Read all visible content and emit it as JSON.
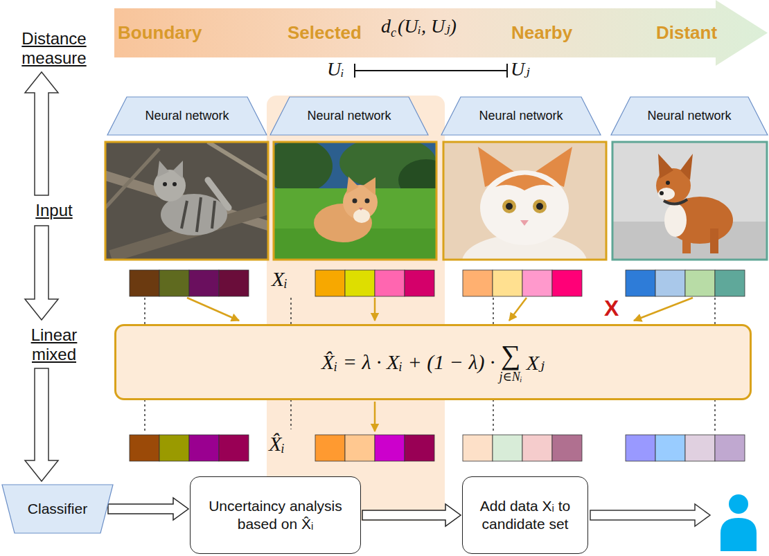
{
  "diagram": {
    "nodes": [
      {
        "text": [
          "Boundary",
          "Selected",
          "Nearby",
          "Distant"
        ]
      },
      {
        "text": [
          "Neural network"
        ]
      },
      {
        "text": [
          "Neural network"
        ]
      },
      {
        "text": [
          "Neural network"
        ]
      },
      {
        "text": [
          "Neural network"
        ]
      },
      {
        "text": [
          "X̂ᵢ = λ · Xᵢ + (1 − λ) ·",
          "∑",
          "j∈Nᵢ",
          "Xⱼ"
        ]
      },
      {
        "text": [
          "Classifier"
        ]
      },
      {
        "text": [
          "Uncertaincy analysis based on X̂ᵢ"
        ]
      },
      {
        "text": [
          "Add data Xᵢ to candidate set"
        ]
      }
    ],
    "edges": [
      {
        "from": 6,
        "to": 7,
        "arrow": "to"
      },
      {
        "from": 7,
        "to": 8,
        "arrow": "to"
      }
    ],
    "labels": [
      "Distance measure",
      "Input",
      "Linear mixed",
      "d",
      "c",
      "(Uᵢ, Uⱼ)",
      "Uᵢ",
      "Uⱼ",
      "Xᵢ",
      "X",
      "X̂ᵢ"
    ]
  }
}
